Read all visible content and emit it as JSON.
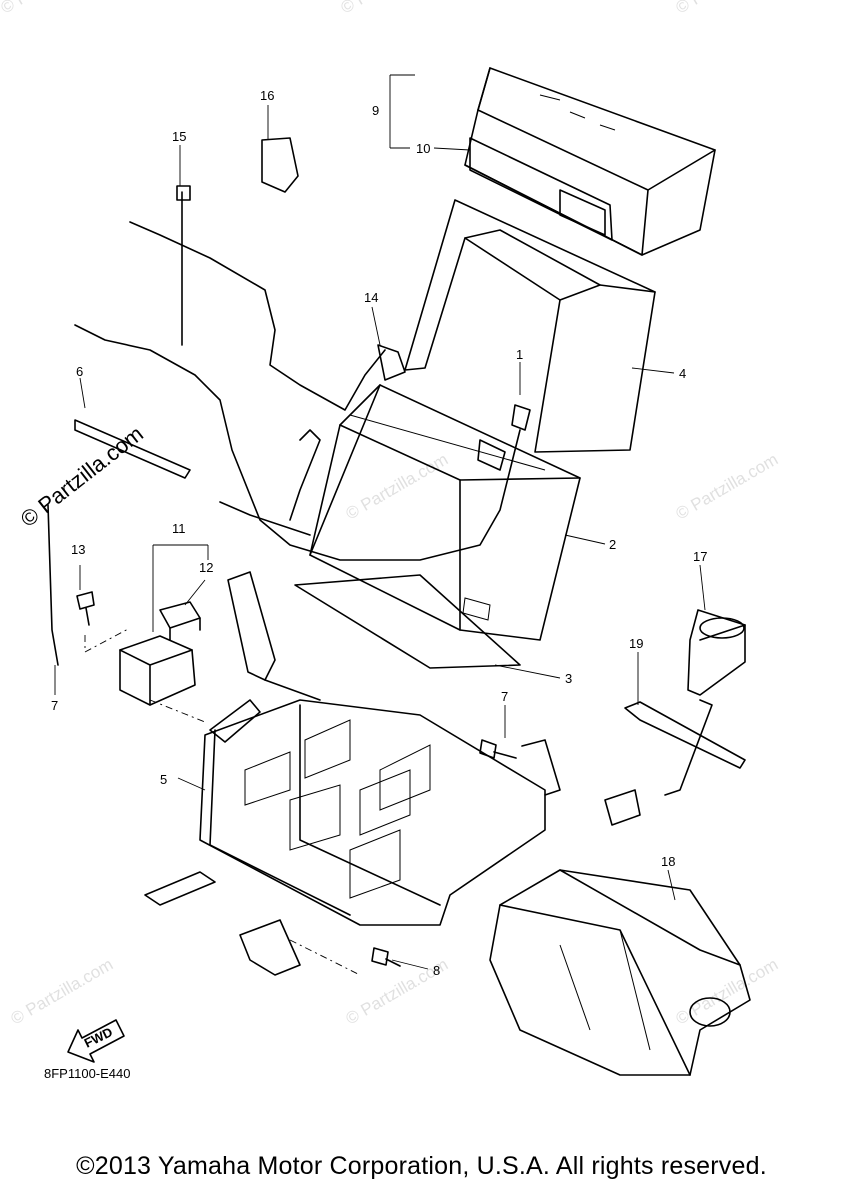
{
  "callouts": [
    "1",
    "2",
    "3",
    "4",
    "5",
    "6",
    "7",
    "8",
    "9",
    "10",
    "11",
    "12",
    "13",
    "14",
    "15",
    "16",
    "17",
    "18",
    "19",
    "7"
  ],
  "watermark": "© Partzilla.com",
  "fwd_label": "FWD",
  "reference_code": "8FP1100-E440",
  "copyright": "©2013 Yamaha Motor Corporation, U.S.A. All rights reserved."
}
